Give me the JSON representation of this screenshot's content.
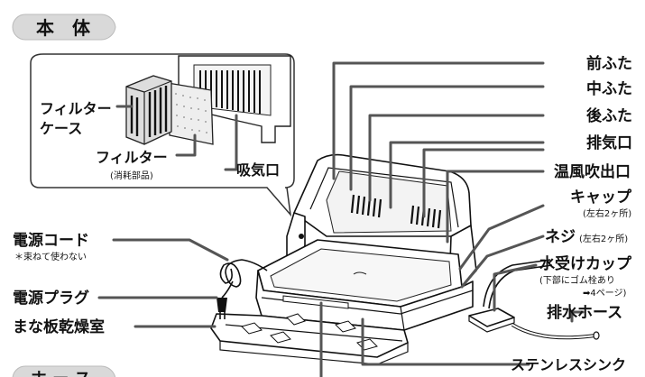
{
  "section_title_main": "本　体",
  "section_title_next": "ホ ー ス",
  "inset": {
    "filter_case": [
      "フィルター",
      "ケース"
    ],
    "filter": "フィルター",
    "filter_note": "(消耗部品)",
    "intake": "吸気口"
  },
  "right_labels": {
    "front_lid": "前ふた",
    "middle_lid": "中ふた",
    "rear_lid": "後ふた",
    "exhaust": "排気口",
    "warm_air": "温風吹出口",
    "cap": "キャップ",
    "cap_note": "(左右2ヶ所)",
    "screw": "ネジ",
    "screw_note": "(左右2ヶ所)",
    "water_cup": "水受けカップ",
    "water_cup_note1": "(下部にゴム栓あり",
    "water_cup_note2": "➡4ページ)",
    "drain_hose": "排水ホース",
    "sink": "ステンレスシンク"
  },
  "left_labels": {
    "power_cord": "電源コード",
    "power_cord_note": "＊束ねて使わない",
    "power_plug": "電源プラグ",
    "board_room": "まな板乾燥室"
  }
}
